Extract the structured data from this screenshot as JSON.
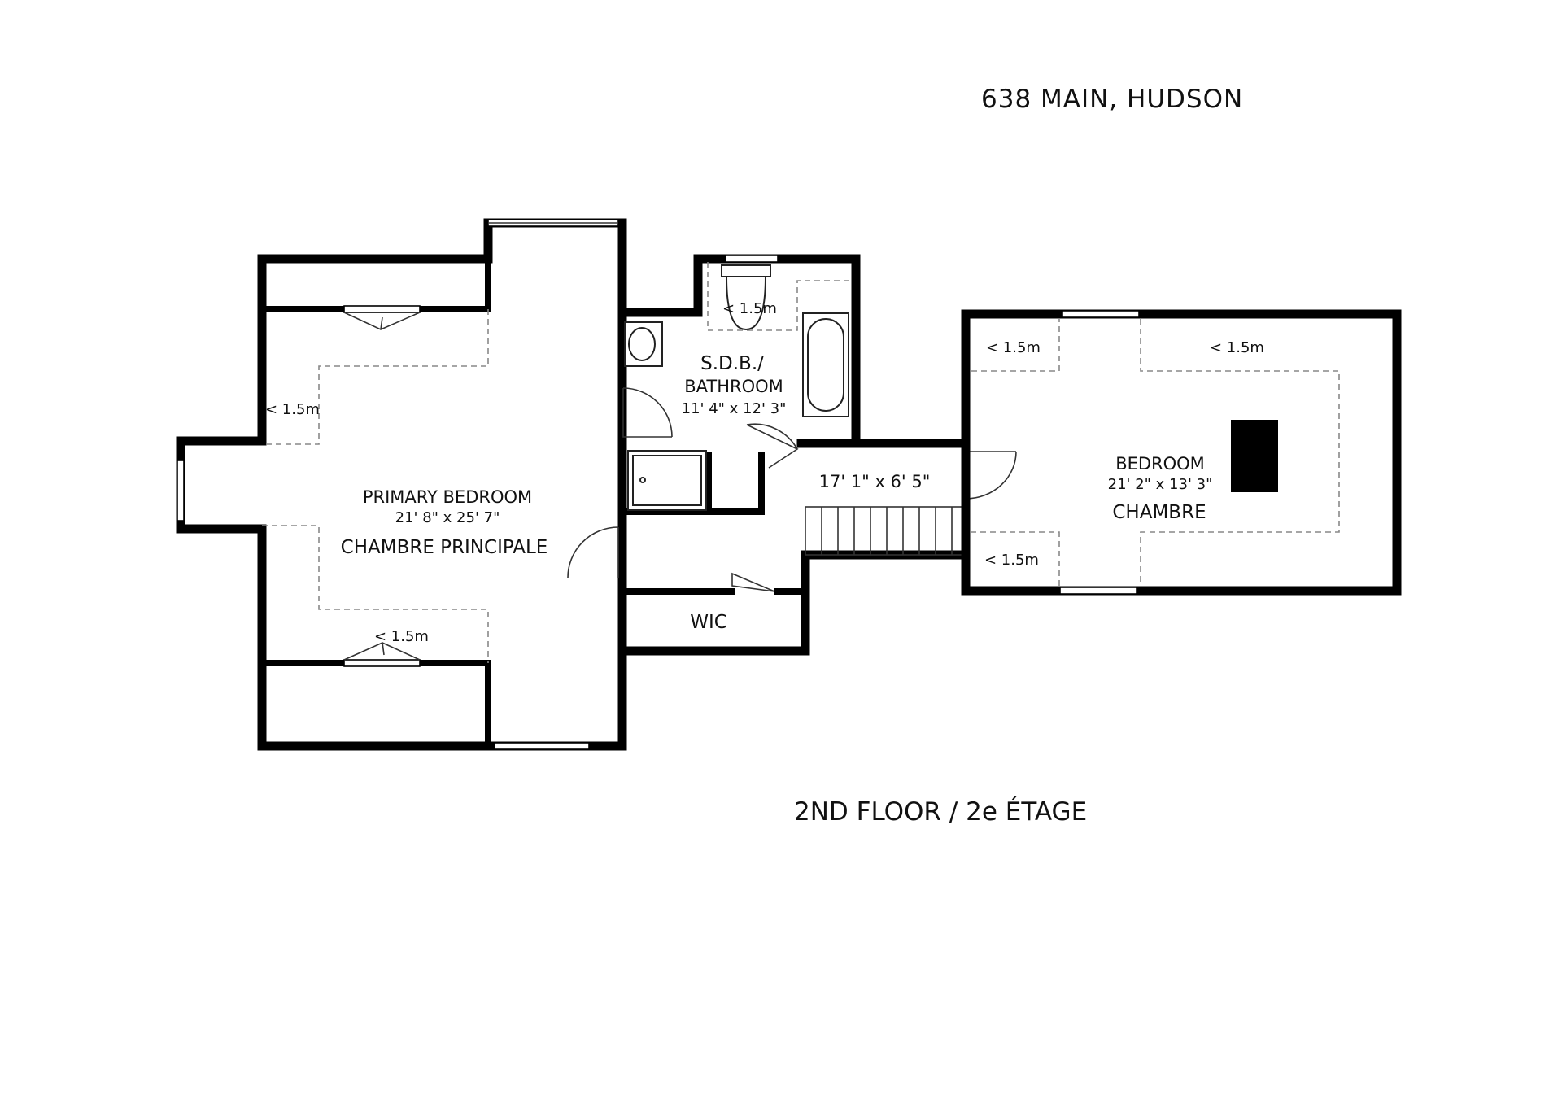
{
  "title": "638 MAIN, HUDSON",
  "floor_label": "2ND FLOOR / 2e ÉTAGE",
  "rooms": {
    "primary": {
      "name": "PRIMARY BEDROOM",
      "dims": "21' 8\" x 25' 7\"",
      "name_fr": "CHAMBRE PRINCIPALE"
    },
    "bath": {
      "name_fr": "S.D.B./",
      "name": "BATHROOM",
      "dims": "11' 4\" x 12' 3\""
    },
    "hall": {
      "dims": "17' 1\" x 6' 5\""
    },
    "bedroom": {
      "name": "BEDROOM",
      "dims": "21' 2\" x 13' 3\"",
      "name_fr": "CHAMBRE"
    },
    "wic": {
      "name": "WIC"
    }
  },
  "ceiling_notes": {
    "primary_left": "< 1.5m",
    "primary_bottom": "< 1.5m",
    "bath_top": "< 1.5m",
    "bed_top_left": "< 1.5m",
    "bed_top_right": "< 1.5m",
    "bed_bottom_left": "< 1.5m"
  }
}
